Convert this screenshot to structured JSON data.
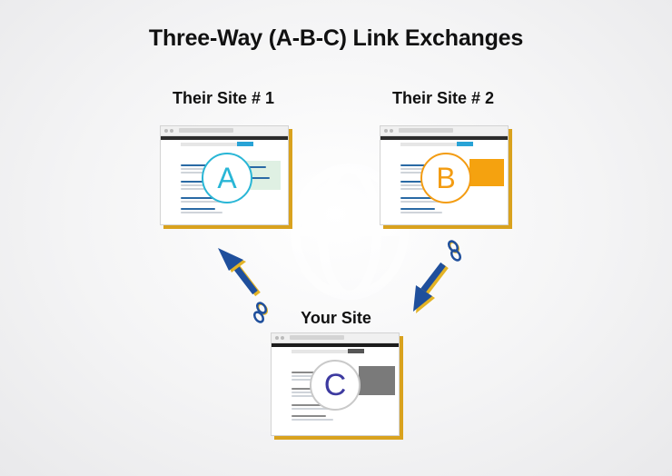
{
  "title": "Three-Way (A-B-C) Link Exchanges",
  "sites": {
    "a": {
      "label": "Their Site # 1",
      "letter": "A",
      "accent": "#29b6d6",
      "panel_color": "#dff0e3"
    },
    "b": {
      "label": "Their Site # 2",
      "letter": "B",
      "accent": "#f39c12",
      "panel_color": "#f5a20f"
    },
    "c": {
      "label": "Your Site",
      "letter": "C",
      "accent": "#3d3aa0",
      "panel_color": "#7a7a7a"
    }
  },
  "colors": {
    "arrow": "#1f4f9c",
    "arrow_shadow": "#e3b325",
    "window_shadow": "#d9a21e",
    "title_text": "#111111"
  },
  "icons": {
    "link": "chain-link-icon",
    "arrow": "arrow-icon"
  }
}
